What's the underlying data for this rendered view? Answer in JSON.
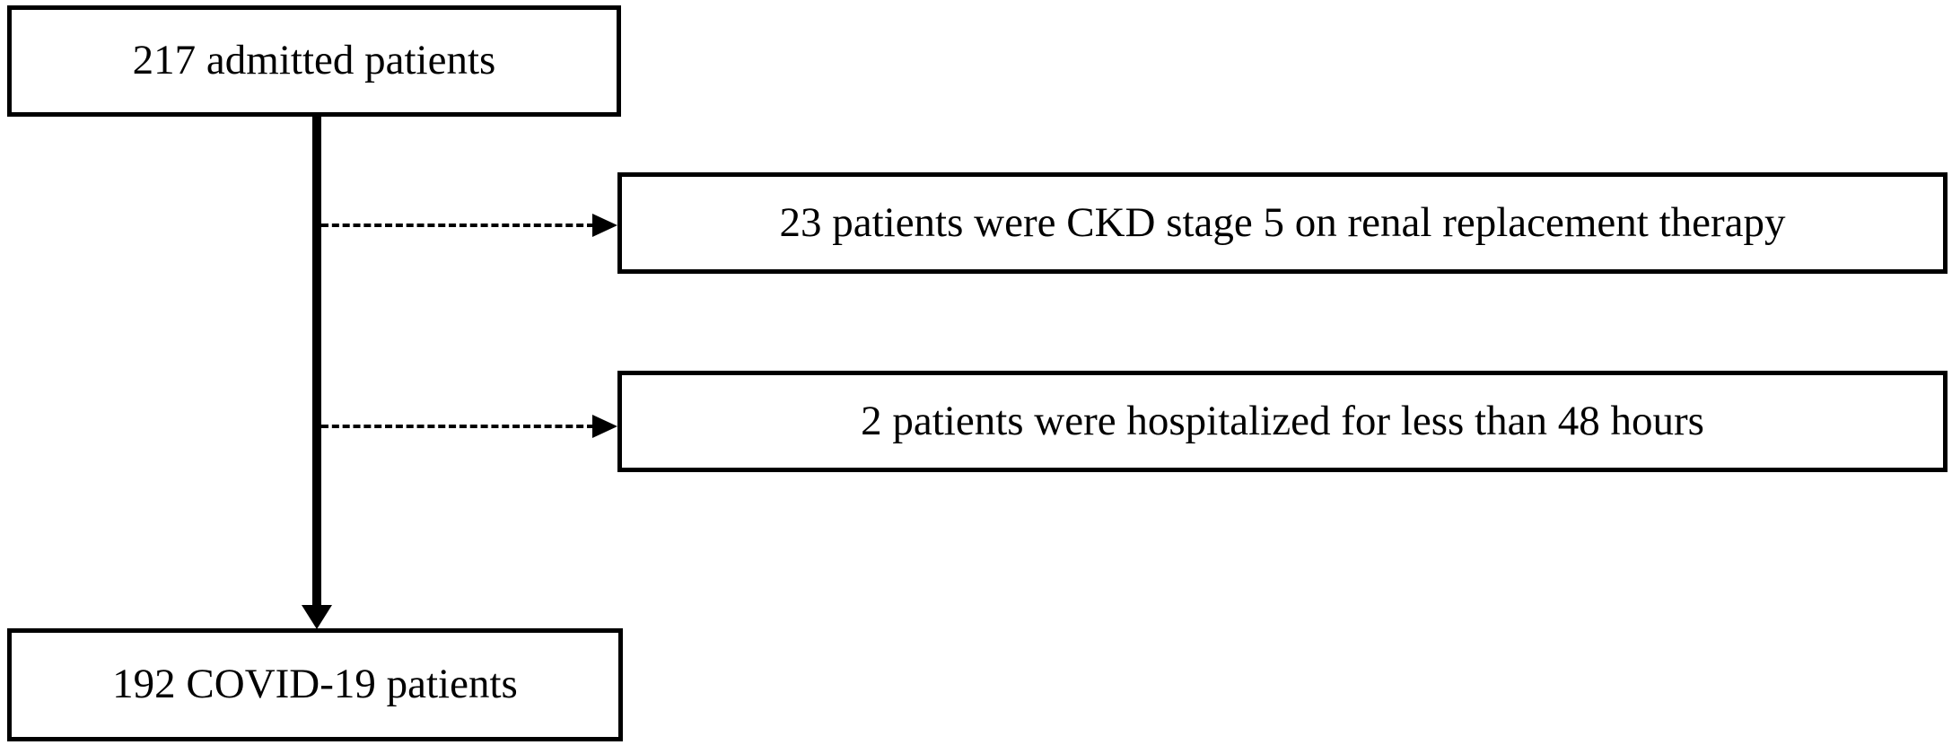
{
  "colors": {
    "background": "#ffffff",
    "box_border": "#000000",
    "text": "#000000",
    "arrow": "#000000"
  },
  "flowchart": {
    "type": "flow-diagram",
    "nodes": [
      {
        "id": "admitted",
        "label": "217 admitted patients"
      },
      {
        "id": "excluded-ckd",
        "label": "23 patients were CKD stage 5 on renal replacement therapy"
      },
      {
        "id": "excluded-short-stay",
        "label": "2 patients were hospitalized for less than 48 hours"
      },
      {
        "id": "covid",
        "label": "192 COVID-19 patients"
      }
    ],
    "edges": [
      {
        "from": "admitted",
        "to": "covid",
        "style": "solid",
        "direction": "down"
      },
      {
        "from": "admitted",
        "to": "excluded-ckd",
        "style": "dashed",
        "direction": "right"
      },
      {
        "from": "admitted",
        "to": "excluded-short-stay",
        "style": "dashed",
        "direction": "right"
      }
    ]
  }
}
